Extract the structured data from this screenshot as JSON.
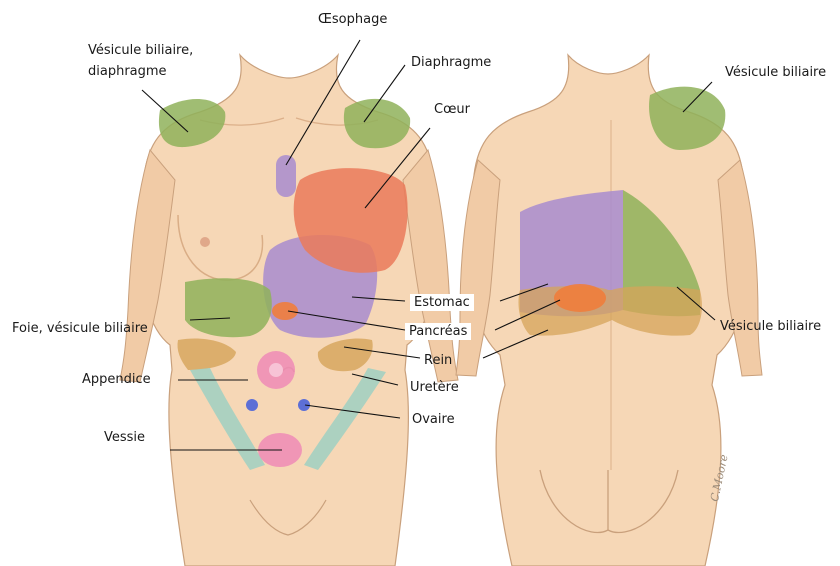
{
  "colors": {
    "skin": "#f6d7b6",
    "skin_shadow": "#e8bf98",
    "outline": "#c9a07c",
    "gallbladder_diaphragm": "#8fb15a",
    "heart": "#ea7a5a",
    "esophagus_stomach": "#a88ccf",
    "pancreas": "#ef7d3c",
    "kidney": "#d6a45a",
    "ureter": "#9fd0c2",
    "appendix_bladder": "#ef8fb6",
    "ovary": "#5d6fd6",
    "leader_line": "#111111"
  },
  "labels": {
    "vesicule_diaphragme_l1": "Vésicule biliaire,",
    "vesicule_diaphragme_l2": "diaphragme",
    "oesophage": "Œsophage",
    "diaphragme": "Diaphragme",
    "coeur": "Cœur",
    "estomac": "Estomac",
    "pancreas": "Pancréas",
    "rein": "Rein",
    "uretere": "Uretère",
    "ovaire": "Ovaire",
    "foie": "Foie, vésicule biliaire",
    "appendice": "Appendice",
    "vessie": "Vessie",
    "back_vesicule_top": "Vésicule biliaire",
    "back_vesicule_side": "Vésicule biliaire"
  },
  "signature": "C.Moore"
}
